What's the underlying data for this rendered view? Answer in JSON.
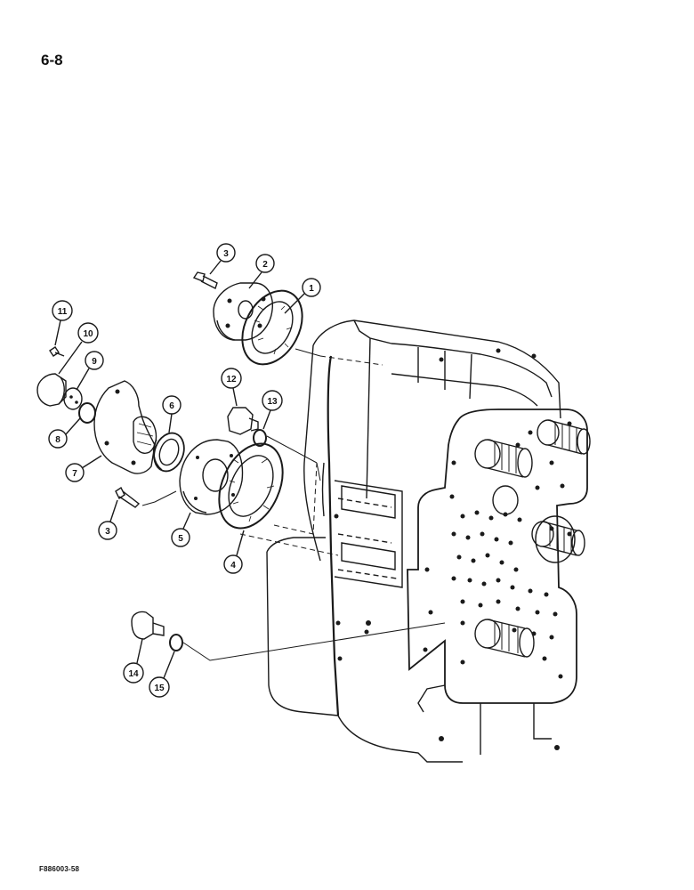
{
  "page_number": "6-8",
  "figure_code": "F886003-58",
  "callouts": [
    {
      "label": "1"
    },
    {
      "label": "2"
    },
    {
      "label": "3"
    },
    {
      "label": "3"
    },
    {
      "label": "4"
    },
    {
      "label": "5"
    },
    {
      "label": "6"
    },
    {
      "label": "7"
    },
    {
      "label": "8"
    },
    {
      "label": "9"
    },
    {
      "label": "10"
    },
    {
      "label": "11"
    },
    {
      "label": "12"
    },
    {
      "label": "13"
    },
    {
      "label": "14"
    },
    {
      "label": "15"
    }
  ],
  "colors": {
    "line": "#1a1a1a",
    "paper": "#ffffff"
  }
}
